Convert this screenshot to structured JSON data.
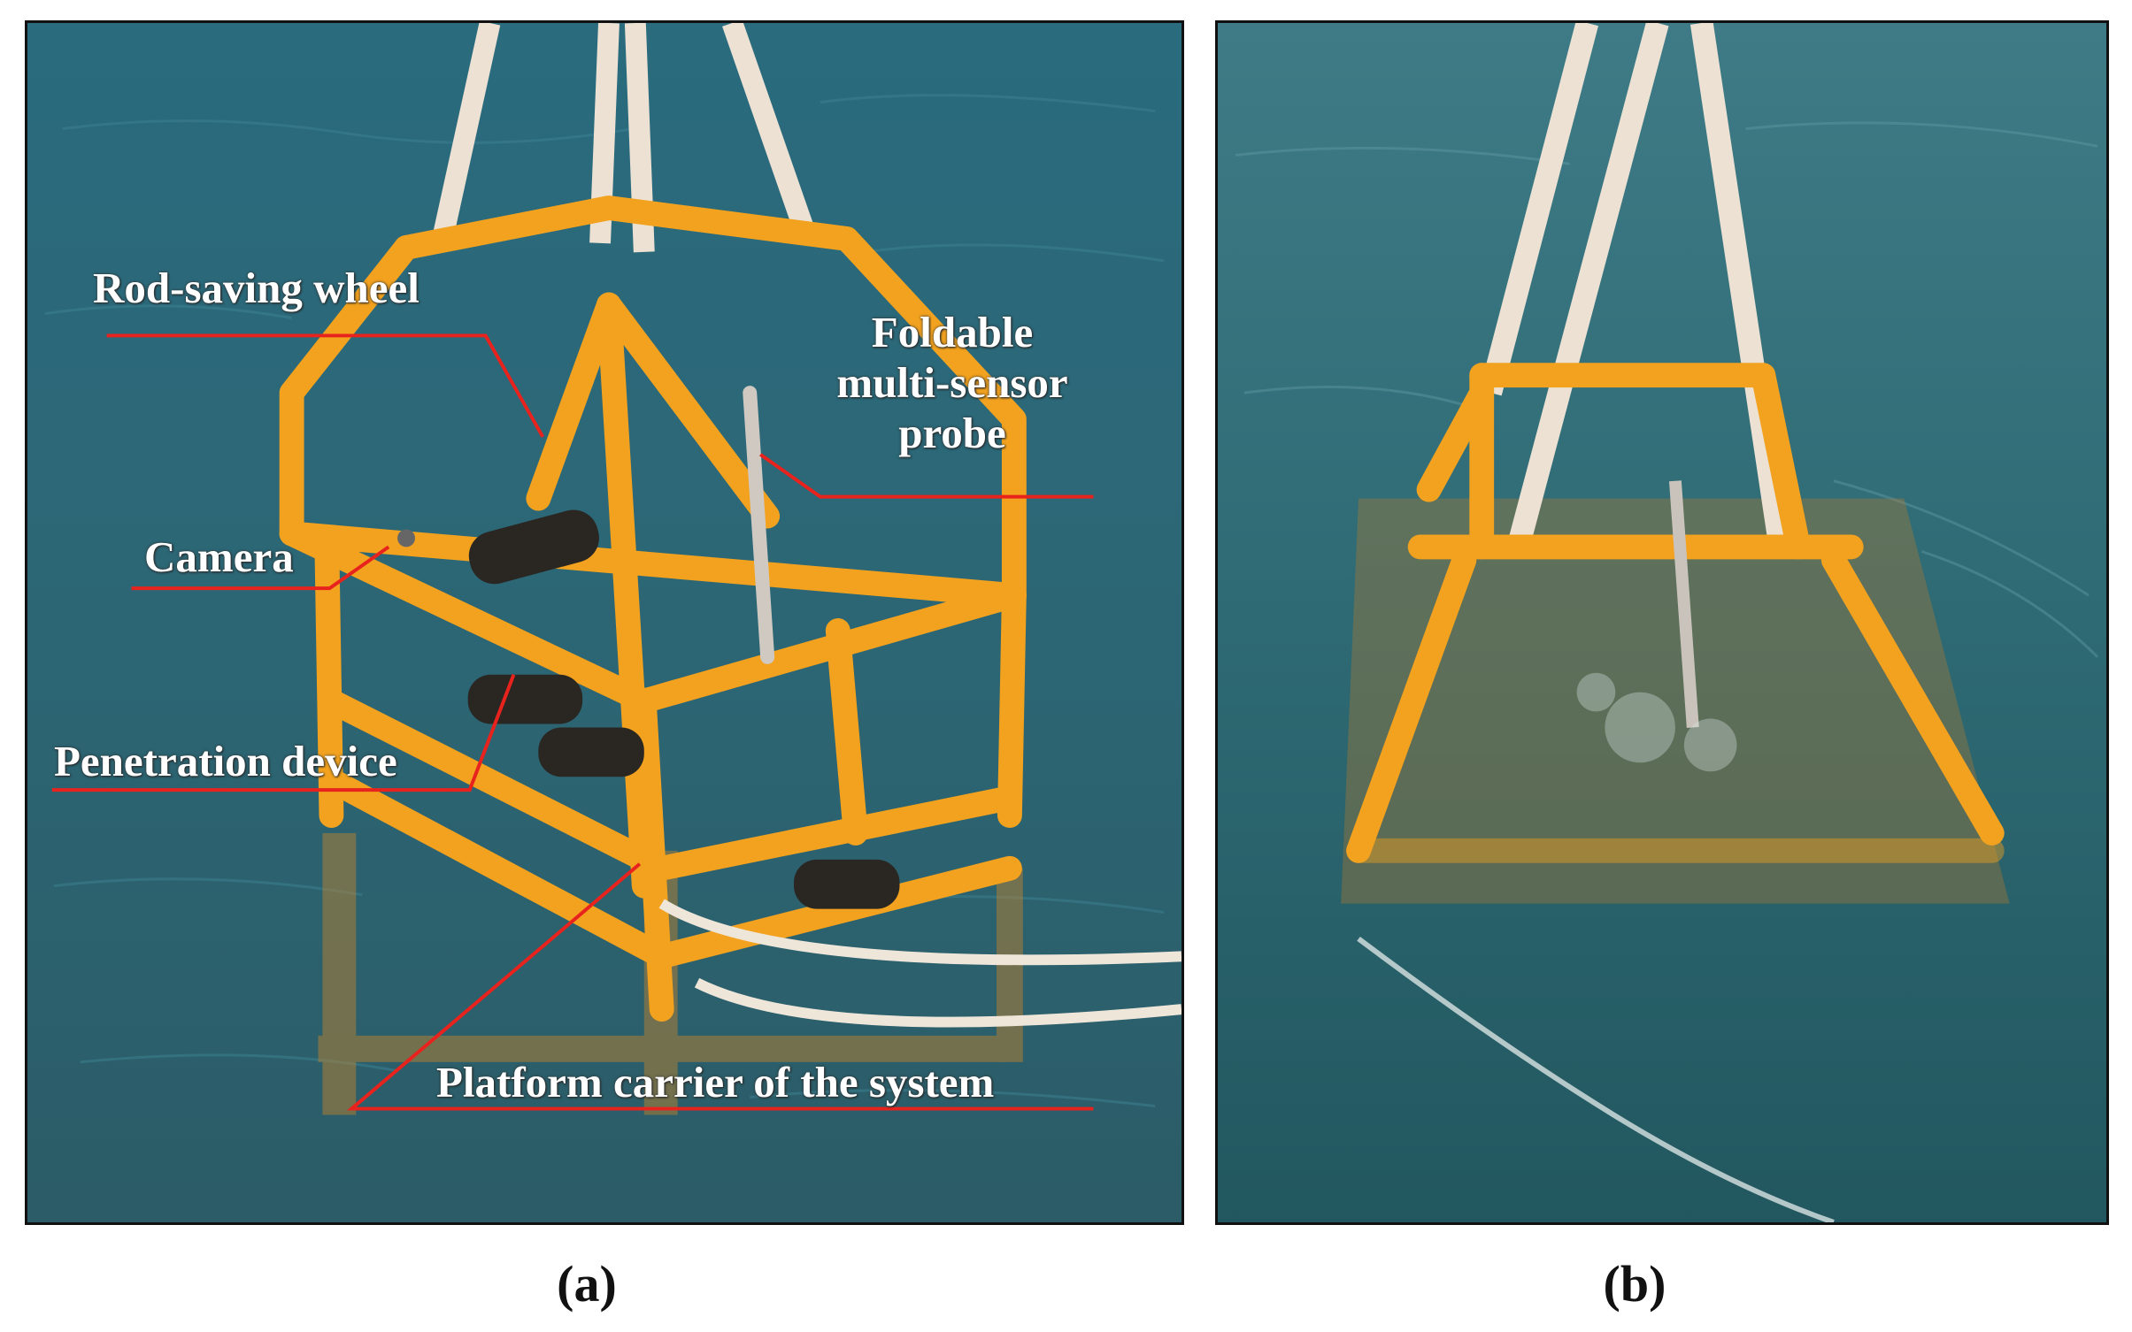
{
  "panels": [
    {
      "caption": "(a)",
      "labels": {
        "rod_saving_wheel": "Rod-saving wheel",
        "foldable_probe": [
          "Foldable",
          "multi-sensor",
          "probe"
        ],
        "camera": "Camera",
        "penetration_device": "Penetration device",
        "platform_carrier": "Platform carrier of the system"
      }
    },
    {
      "caption": "(b)"
    }
  ],
  "colors": {
    "water": "#2f6878",
    "frame": "#f2a21f",
    "callout_line": "#e8231d",
    "label_text": "#ffffff",
    "strap": "#ecdfd0"
  }
}
